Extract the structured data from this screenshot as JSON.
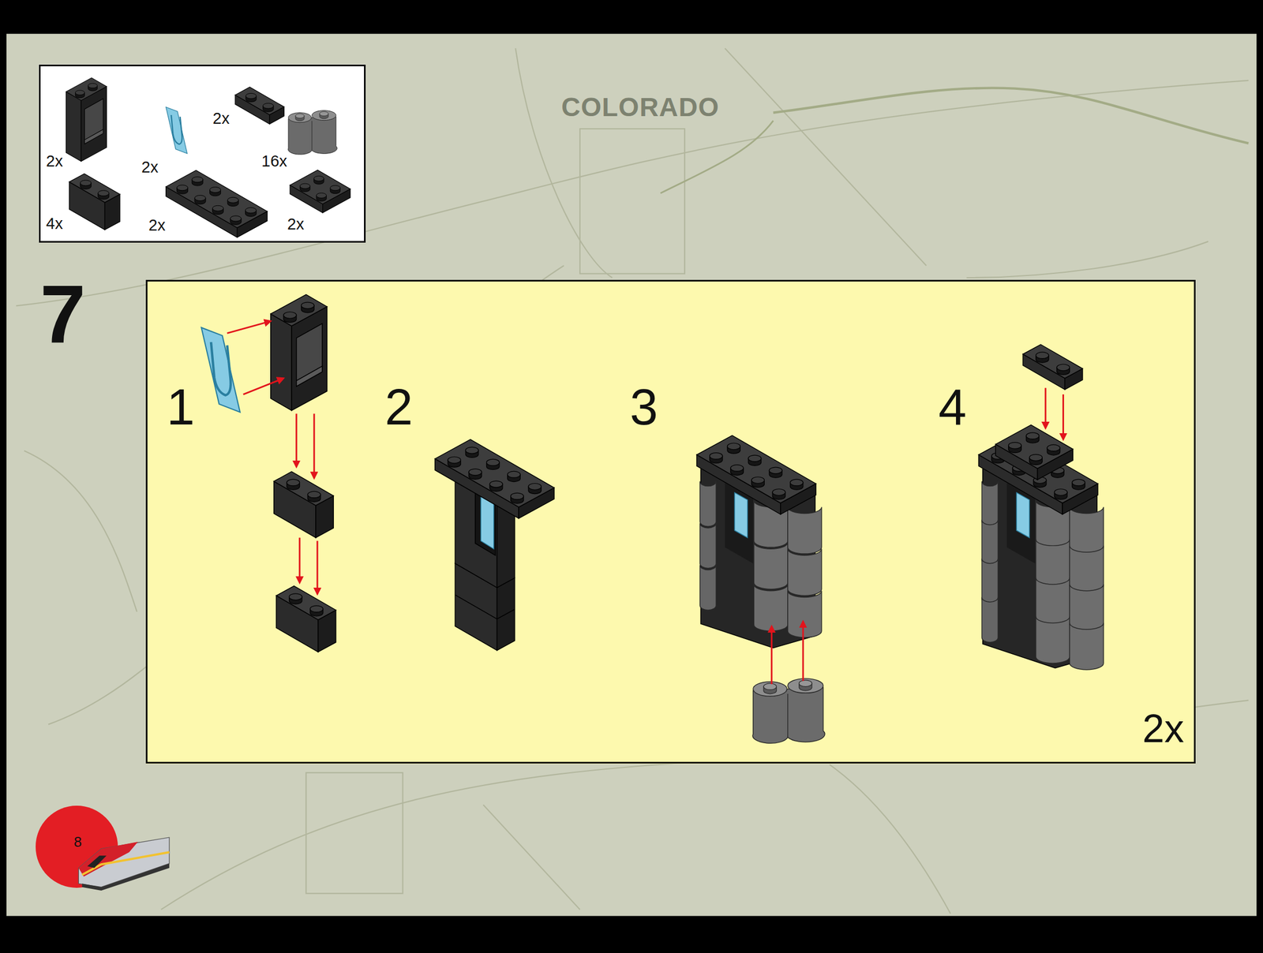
{
  "diagram": {
    "nodes": [
      {
        "text": [
          "2x",
          "2x",
          "2x",
          "16x",
          "4x",
          "2x",
          "2x"
        ]
      },
      {
        "text": [
          "7",
          "1",
          "2",
          "3",
          "4",
          "2x"
        ]
      },
      {
        "text": [
          "8"
        ]
      }
    ],
    "labels": [
      "COLORADO"
    ]
  }
}
